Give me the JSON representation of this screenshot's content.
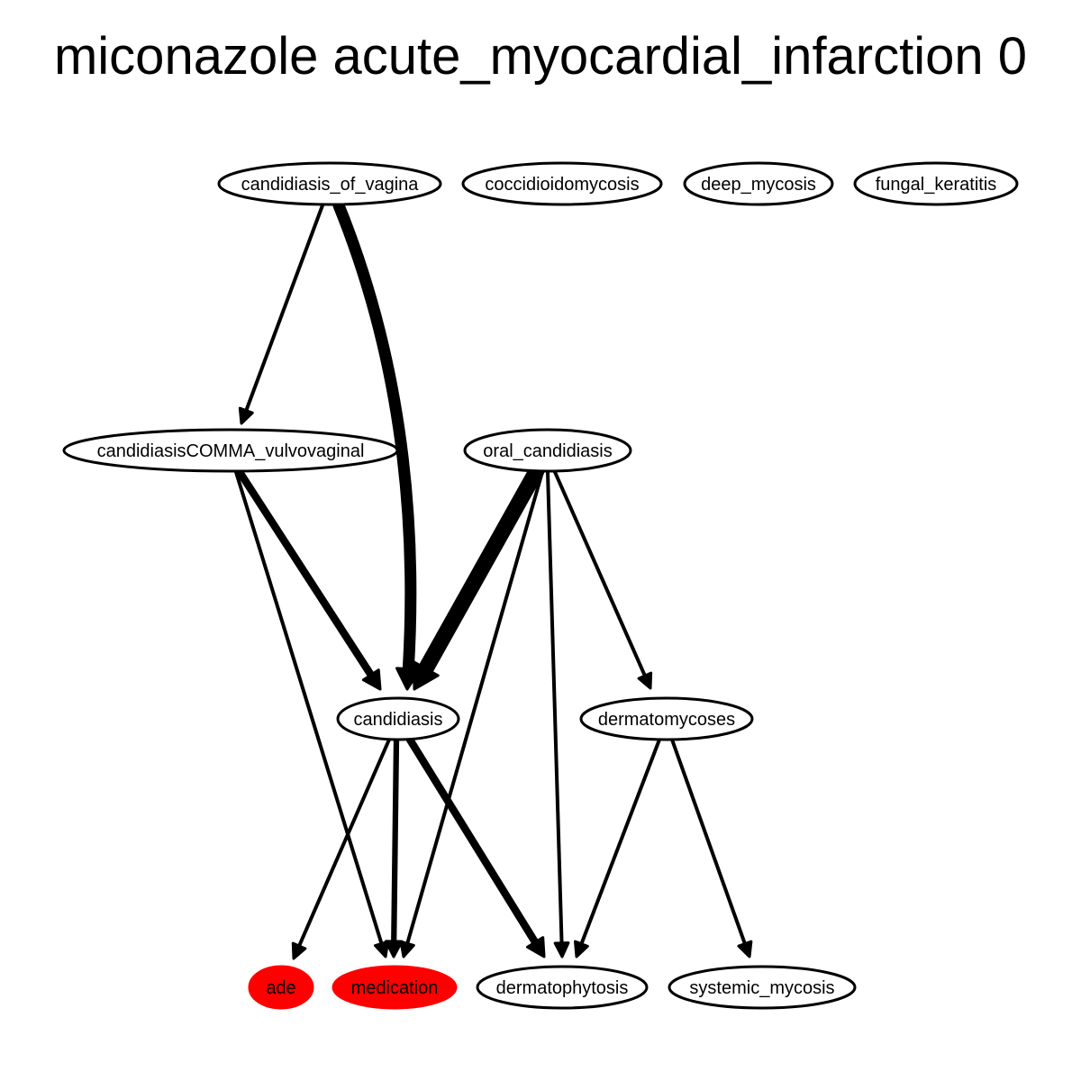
{
  "title": "miconazole acute_myocardial_infarction 0",
  "colors": {
    "highlight": "#ff0000",
    "node_fill": "#ffffff",
    "stroke": "#000000"
  },
  "nodes": [
    {
      "id": "candidiasis_of_vagina",
      "label": "candidiasis_of_vagina",
      "highlight": false
    },
    {
      "id": "coccidioidomycosis",
      "label": "coccidioidomycosis",
      "highlight": false
    },
    {
      "id": "deep_mycosis",
      "label": "deep_mycosis",
      "highlight": false
    },
    {
      "id": "fungal_keratitis",
      "label": "fungal_keratitis",
      "highlight": false
    },
    {
      "id": "candidiasisCOMMA_vulvovaginal",
      "label": "candidiasisCOMMA_vulvovaginal",
      "highlight": false
    },
    {
      "id": "oral_candidiasis",
      "label": "oral_candidiasis",
      "highlight": false
    },
    {
      "id": "candidiasis",
      "label": "candidiasis",
      "highlight": false
    },
    {
      "id": "dermatomycoses",
      "label": "dermatomycoses",
      "highlight": false
    },
    {
      "id": "ade",
      "label": "ade",
      "highlight": true
    },
    {
      "id": "medication",
      "label": "medication",
      "highlight": true
    },
    {
      "id": "dermatophytosis",
      "label": "dermatophytosis",
      "highlight": false
    },
    {
      "id": "systemic_mycosis",
      "label": "systemic_mycosis",
      "highlight": false
    }
  ],
  "edges": [
    {
      "from": "candidiasis_of_vagina",
      "to": "candidiasisCOMMA_vulvovaginal",
      "weight": 1
    },
    {
      "from": "candidiasis_of_vagina",
      "to": "candidiasis",
      "weight": 3
    },
    {
      "from": "candidiasisCOMMA_vulvovaginal",
      "to": "candidiasis",
      "weight": 2
    },
    {
      "from": "candidiasisCOMMA_vulvovaginal",
      "to": "medication",
      "weight": 1
    },
    {
      "from": "oral_candidiasis",
      "to": "candidiasis",
      "weight": 4
    },
    {
      "from": "oral_candidiasis",
      "to": "medication",
      "weight": 1
    },
    {
      "from": "oral_candidiasis",
      "to": "dermatophytosis",
      "weight": 1
    },
    {
      "from": "oral_candidiasis",
      "to": "dermatomycoses",
      "weight": 1
    },
    {
      "from": "candidiasis",
      "to": "ade",
      "weight": 1
    },
    {
      "from": "candidiasis",
      "to": "medication",
      "weight": 1.5
    },
    {
      "from": "candidiasis",
      "to": "dermatophytosis",
      "weight": 2
    },
    {
      "from": "dermatomycoses",
      "to": "dermatophytosis",
      "weight": 1
    },
    {
      "from": "dermatomycoses",
      "to": "systemic_mycosis",
      "weight": 1
    }
  ]
}
